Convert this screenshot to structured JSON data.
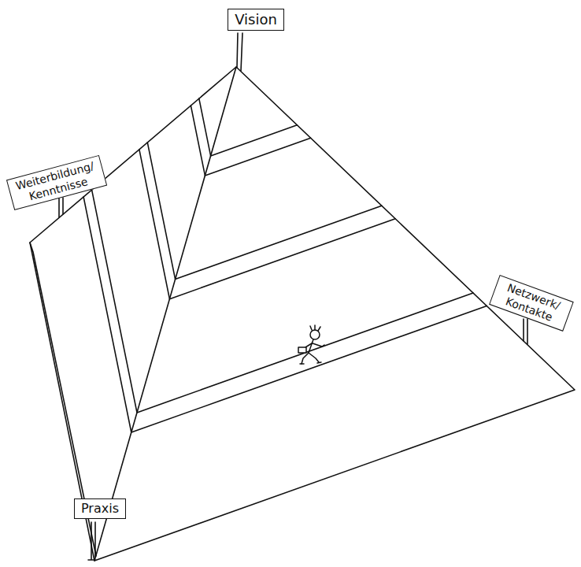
{
  "diagram": {
    "nodes": [
      {
        "text": [
          "Vision"
        ]
      },
      {
        "text": [
          "Weiterbildung/ Kenntnisse"
        ]
      },
      {
        "text": [
          "Netzwerk/ Kontakte"
        ]
      },
      {
        "text": [
          "Praxis"
        ]
      }
    ]
  }
}
